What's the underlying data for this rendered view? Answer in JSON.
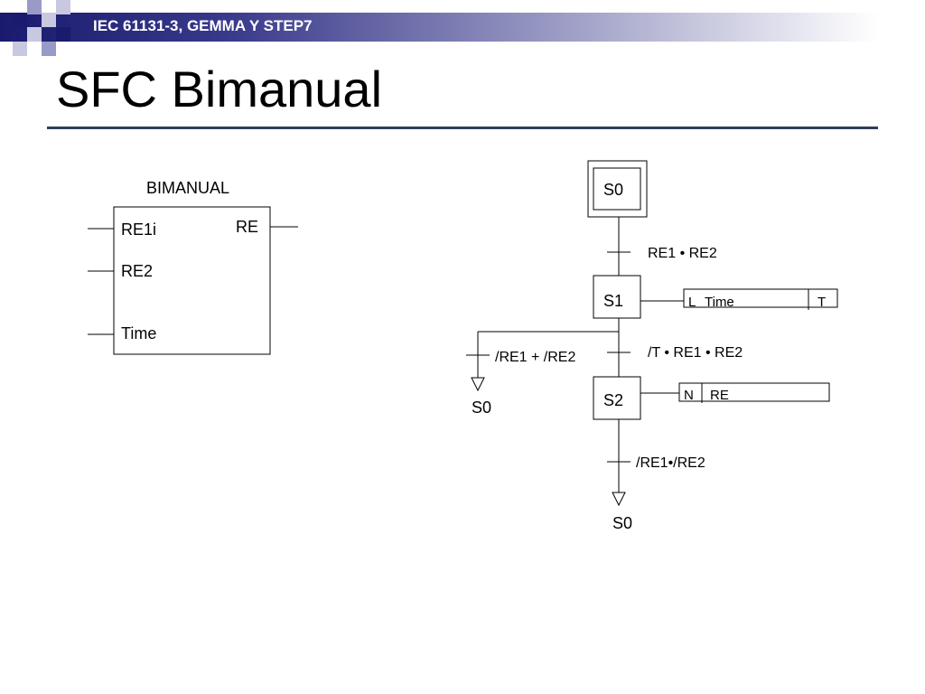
{
  "header": {
    "title": "IEC 61131-3, GEMMA Y STEP7"
  },
  "slide": {
    "title": "SFC Bimanual"
  },
  "function_block": {
    "name": "BIMANUAL",
    "inputs": [
      "RE1i",
      "RE2",
      "Time"
    ],
    "output": "RE"
  },
  "sfc": {
    "steps": [
      "S0",
      "S1",
      "S2"
    ],
    "transitions": {
      "t1": "RE1 • RE2",
      "t2": "/T • RE1 • RE2",
      "t3": "/RE1 + /RE2",
      "t4": "/RE1•/RE2"
    },
    "jumps": {
      "j1": "S0",
      "j2": "S0"
    },
    "actions": {
      "s1": {
        "qualifier": "L",
        "name": "Time",
        "indicator": "T"
      },
      "s2": {
        "qualifier": "N",
        "name": "RE"
      }
    }
  },
  "colors": {
    "header_dark": "#1a1a6e",
    "rule": "#2e3f5c"
  }
}
